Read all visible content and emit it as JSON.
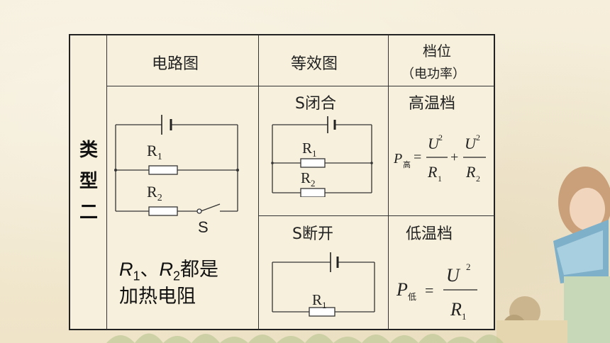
{
  "side_label": [
    "类",
    "型",
    "二"
  ],
  "header": {
    "col1": "电路图",
    "col2": "等效图",
    "col3_line1": "档位",
    "col3_line2": "（电功率）"
  },
  "row1": {
    "eq_title": "S闭合",
    "level": "高温档",
    "formula": {
      "lhs": "P",
      "lhs_sub": "高",
      "num1": "U",
      "exp1": "2",
      "den1": "R",
      "den1_sub": "1",
      "num2": "U",
      "exp2": "2",
      "den2": "R",
      "den2_sub": "2"
    }
  },
  "row2": {
    "eq_title": "S断开",
    "level": "低温档",
    "formula": {
      "lhs": "P",
      "lhs_sub": "低",
      "num": "U",
      "exp": "2",
      "den": "R",
      "den_sub": "1"
    }
  },
  "circuit": {
    "r1_label": "R",
    "r1_sub": "1",
    "r2_label": "R",
    "r2_sub": "2",
    "switch_label": "S"
  },
  "note": {
    "r1": "R",
    "r1_sub": "1",
    "sep": "、",
    "r2": "R",
    "r2_sub": "2",
    "line1_tail": "都是",
    "line2": "加热电阻"
  }
}
